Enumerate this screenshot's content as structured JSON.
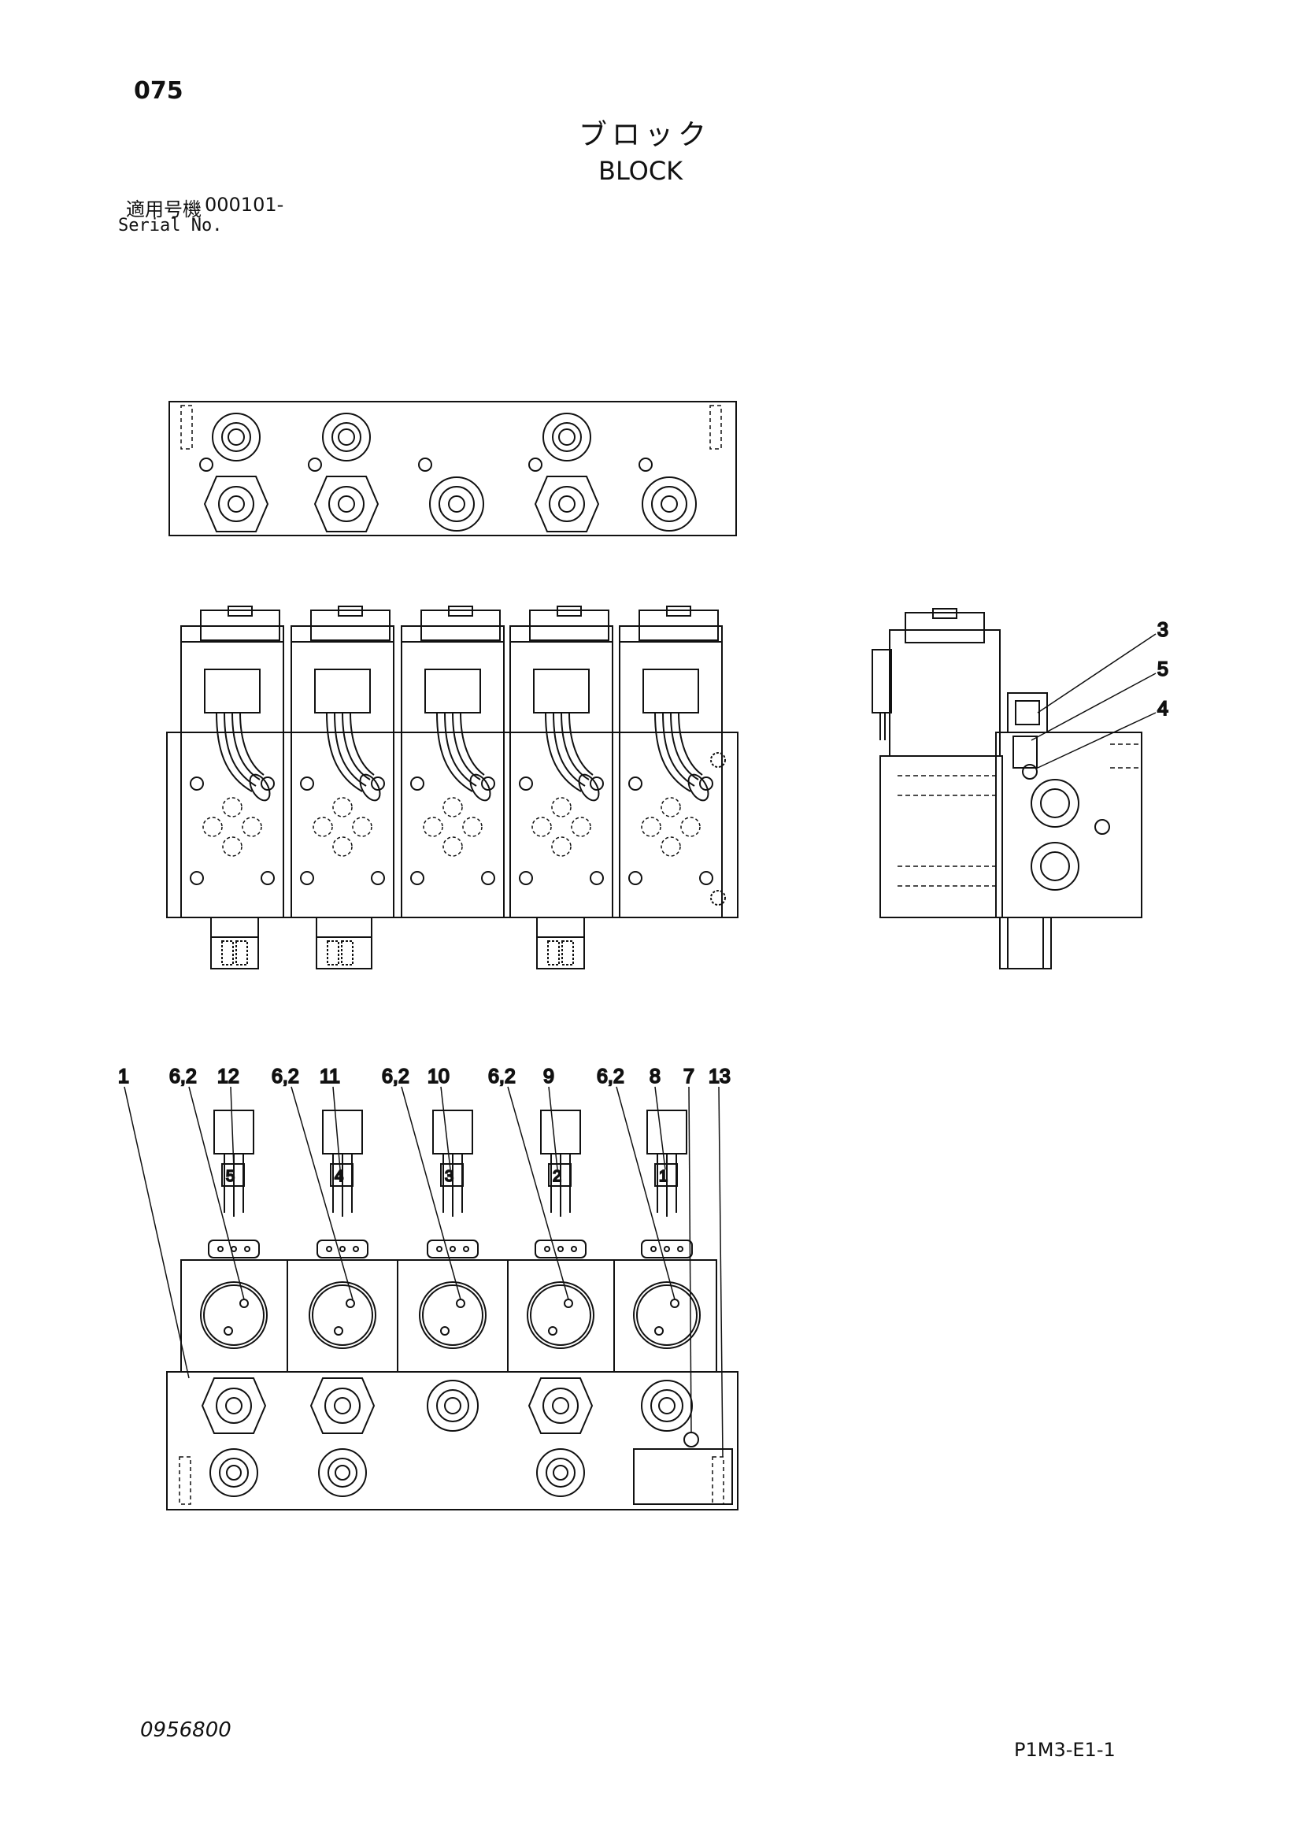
{
  "header": {
    "page_number": "075",
    "title_jp": "ブロック",
    "title_en": "BLOCK",
    "serial_label_jp": "適用号機",
    "serial_from": "000101-",
    "serial_label_en": "Serial No."
  },
  "side_callouts": [
    "3",
    "5",
    "4"
  ],
  "bottom_callouts": [
    "1",
    "6,2",
    "12",
    "6,2",
    "11",
    "6,2",
    "10",
    "6,2",
    "9",
    "6,2",
    "8",
    "7",
    "13"
  ],
  "connector_numbers": [
    "5",
    "4",
    "3",
    "2",
    "1"
  ],
  "footer": {
    "drawing_number": "0956800",
    "page_code": "P1M3-E1-1"
  }
}
